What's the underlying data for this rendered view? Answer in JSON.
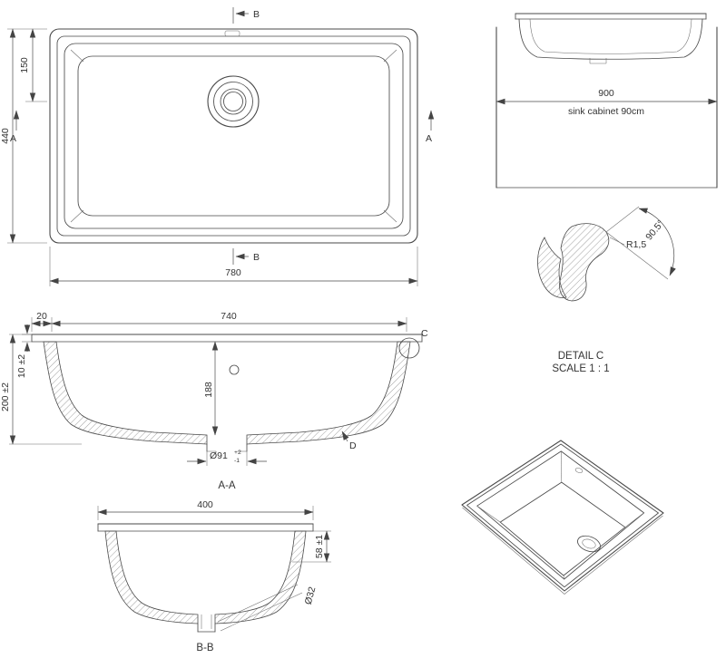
{
  "plan": {
    "section_b": "B",
    "section_a": "A",
    "dim_height_to_drain": "150",
    "dim_total_height": "440",
    "dim_total_width": "780"
  },
  "cabinet": {
    "dim_width": "900",
    "label": "sink cabinet 90cm"
  },
  "detail_c": {
    "angle": "90.5°",
    "radius": "R1,5",
    "title": "DETAIL C",
    "scale": "SCALE 1 : 1"
  },
  "section_aa": {
    "dim_rim": "20",
    "dim_bowl_width": "740",
    "dim_rim_thickness": "10 ±2",
    "dim_total_depth": "200 ±2",
    "dim_bowl_depth": "188",
    "dim_drain": "Ø91",
    "drain_tol_plus": "+2",
    "drain_tol_minus": "-1",
    "detail_label": "C",
    "detail_label_d": "D",
    "title": "A-A"
  },
  "section_bb": {
    "dim_width": "400",
    "dim_depth_step": "58 ±1",
    "dim_drain": "Ø32",
    "title": "B-B"
  },
  "colors": {
    "line": "#4a4a4a",
    "background": "#ffffff"
  }
}
